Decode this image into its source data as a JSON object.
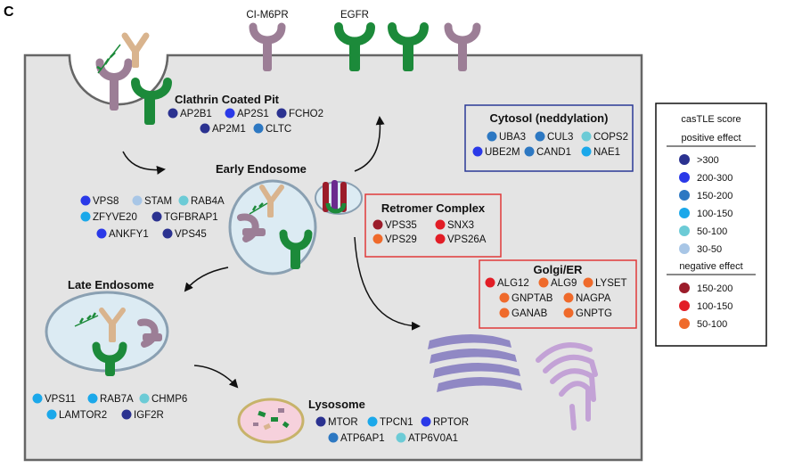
{
  "panel_letter": "C",
  "receptors": {
    "ci_m6pr": "CI-M6PR",
    "egfr": "EGFR"
  },
  "colors": {
    "cat_300": "#2b3290",
    "cat_200_300": "#2a39e8",
    "cat_150_200": "#2d78c2",
    "cat_100_150": "#1ba8ea",
    "cat_50_100": "#6ccbd6",
    "cat_30_50": "#a8c6e6",
    "neg_150_200": "#9b1c2a",
    "neg_100_150": "#e21d26",
    "neg_50_100": "#ef6a2b",
    "ci_m6pr": "#9c7e96",
    "egfr": "#1c8a3a",
    "ligand": "#d9b48e",
    "cell": "#e4e4e4",
    "vesicle": "#dcebf3",
    "lysosome": "#f6d1dc",
    "golgi": "#9088c4",
    "er": "#c3a2d6",
    "box_blue": "#2b3a96",
    "box_red": "#e03a3a"
  },
  "compartments": {
    "ccp": {
      "title": "Clathrin Coated Pit",
      "genes": [
        {
          "name": "AP2B1",
          "cat": "cat_300"
        },
        {
          "name": "AP2S1",
          "cat": "cat_200_300"
        },
        {
          "name": "FCHO2",
          "cat": "cat_300"
        },
        {
          "name": "AP2M1",
          "cat": "cat_300"
        },
        {
          "name": "CLTC",
          "cat": "cat_150_200"
        }
      ]
    },
    "early": {
      "title": "Early Endosome",
      "genes": [
        {
          "name": "VPS8",
          "cat": "cat_200_300"
        },
        {
          "name": "STAM",
          "cat": "cat_30_50"
        },
        {
          "name": "RAB4A",
          "cat": "cat_50_100"
        },
        {
          "name": "ZFYVE20",
          "cat": "cat_100_150"
        },
        {
          "name": "TGFBRAP1",
          "cat": "cat_300"
        },
        {
          "name": "ANKFY1",
          "cat": "cat_200_300"
        },
        {
          "name": "VPS45",
          "cat": "cat_300"
        }
      ]
    },
    "cytosol": {
      "title": "Cytosol (neddylation)",
      "genes": [
        {
          "name": "UBA3",
          "cat": "cat_150_200"
        },
        {
          "name": "CUL3",
          "cat": "cat_150_200"
        },
        {
          "name": "COPS2",
          "cat": "cat_50_100"
        },
        {
          "name": "UBE2M",
          "cat": "cat_200_300"
        },
        {
          "name": "CAND1",
          "cat": "cat_150_200"
        },
        {
          "name": "NAE1",
          "cat": "cat_100_150"
        }
      ]
    },
    "retromer": {
      "title": "Retromer Complex",
      "genes": [
        {
          "name": "VPS35",
          "cat": "neg_150_200"
        },
        {
          "name": "SNX3",
          "cat": "neg_100_150"
        },
        {
          "name": "VPS29",
          "cat": "neg_50_100"
        },
        {
          "name": "VPS26A",
          "cat": "neg_100_150"
        }
      ]
    },
    "golgi": {
      "title": "Golgi/ER",
      "genes": [
        {
          "name": "ALG12",
          "cat": "neg_100_150"
        },
        {
          "name": "ALG9",
          "cat": "neg_50_100"
        },
        {
          "name": "LYSET",
          "cat": "neg_50_100"
        },
        {
          "name": "GNPTAB",
          "cat": "neg_50_100"
        },
        {
          "name": "NAGPA",
          "cat": "neg_50_100"
        },
        {
          "name": "GANAB",
          "cat": "neg_50_100"
        },
        {
          "name": "GNPTG",
          "cat": "neg_50_100"
        }
      ]
    },
    "late": {
      "title": "Late Endosome",
      "genes": [
        {
          "name": "VPS11",
          "cat": "cat_100_150"
        },
        {
          "name": "RAB7A",
          "cat": "cat_100_150"
        },
        {
          "name": "CHMP6",
          "cat": "cat_50_100"
        },
        {
          "name": "LAMTOR2",
          "cat": "cat_100_150"
        },
        {
          "name": "IGF2R",
          "cat": "cat_300"
        }
      ]
    },
    "lysosome": {
      "title": "Lysosome",
      "genes": [
        {
          "name": "MTOR",
          "cat": "cat_300"
        },
        {
          "name": "TPCN1",
          "cat": "cat_100_150"
        },
        {
          "name": "RPTOR",
          "cat": "cat_200_300"
        },
        {
          "name": "ATP6AP1",
          "cat": "cat_150_200"
        },
        {
          "name": "ATP6V0A1",
          "cat": "cat_50_100"
        }
      ]
    }
  },
  "legend": {
    "title": "casTLE score",
    "positive_label": "positive effect",
    "negative_label": "negative effect",
    "positive": [
      {
        "label": ">300",
        "cat": "cat_300"
      },
      {
        "label": "200-300",
        "cat": "cat_200_300"
      },
      {
        "label": "150-200",
        "cat": "cat_150_200"
      },
      {
        "label": "100-150",
        "cat": "cat_100_150"
      },
      {
        "label": "50-100",
        "cat": "cat_50_100"
      },
      {
        "label": "30-50",
        "cat": "cat_30_50"
      }
    ],
    "negative": [
      {
        "label": "150-200",
        "cat": "neg_150_200"
      },
      {
        "label": "100-150",
        "cat": "neg_100_150"
      },
      {
        "label": "50-100",
        "cat": "neg_50_100"
      }
    ]
  }
}
